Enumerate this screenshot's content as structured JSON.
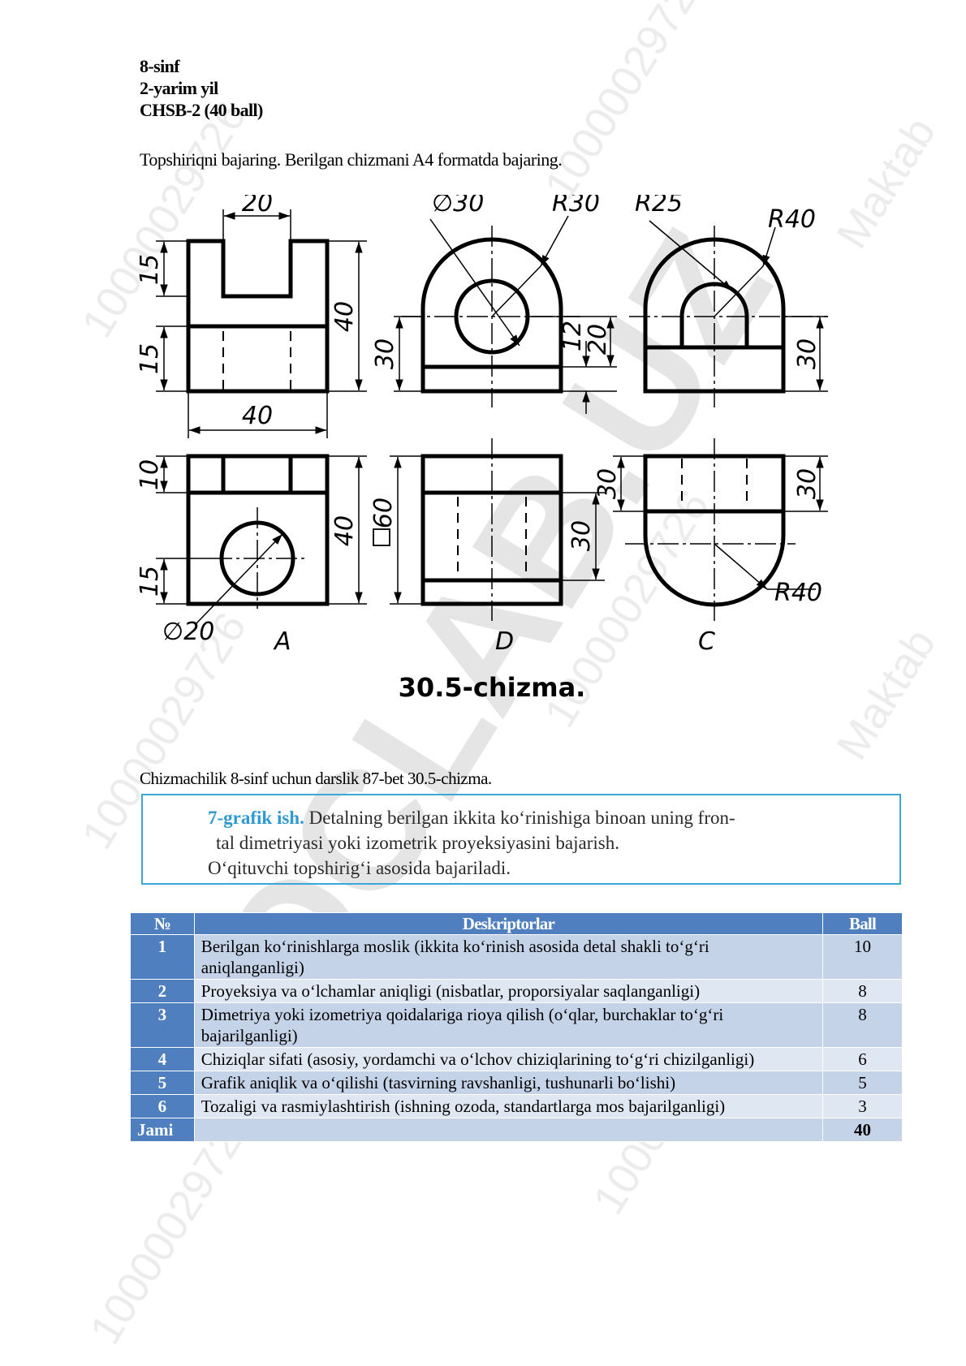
{
  "header": {
    "grade": "8-sinf",
    "semester": "2-yarim yil",
    "test": "CHSB-2 (40 ball)"
  },
  "task_text": "Topshiriqni bajaring. Berilgan chizmani A4 formatda bajaring.",
  "drawing": {
    "dims": {
      "d20_top": "20",
      "d15_a": "15",
      "d15_b": "15",
      "d40_right": "40",
      "d40_bottom": "40",
      "phi30": "∅30",
      "r30": "R30",
      "r25": "R25",
      "r40_top": "R40",
      "d30_mid": "30",
      "d12": "12",
      "d20_mid": "20",
      "d30_right": "30",
      "d10": "10",
      "d40_a": "40",
      "d15_c": "15",
      "phi20": "∅20",
      "d60": "60",
      "d30_d": "30",
      "d30_c_left": "30",
      "d30_c_right": "30",
      "r40_bottom": "R40"
    },
    "view_labels": {
      "a": "A",
      "d": "D",
      "c": "C"
    },
    "title": "30.5-chizma."
  },
  "caption": "Chizmachilik 8-sinf uchun darslik 87-bet 30.5-chizma.",
  "assignment": {
    "lead": "7-grafik ish.",
    "line1": "Detalning berilgan ikkita ko‘rinishiga binoan uning fron-",
    "line2": "tal dimetriyasi yoki izometrik proyeksiyasini bajarish.",
    "line3": "O‘qituvchi topshirig‘i asosida bajariladi."
  },
  "rubric": {
    "headers": {
      "num": "№",
      "desc": "Deskriptorlar",
      "ball": "Ball"
    },
    "rows": [
      {
        "num": "1",
        "desc": "Berilgan ko‘rinishlarga moslik (ikkita ko‘rinish asosida detal shakli to‘g‘ri aniqlanganligi)",
        "ball": "10"
      },
      {
        "num": "2",
        "desc": "Proyeksiya va o‘lchamlar aniqligi (nisbatlar, proporsiyalar saqlanganligi)",
        "ball": "8"
      },
      {
        "num": "3",
        "desc": "Dimetriya yoki izometriya qoidalariga rioya qilish (o‘qlar, burchaklar to‘g‘ri bajarilganligi)",
        "ball": "8"
      },
      {
        "num": "4",
        "desc": "Chiziqlar sifati (asosiy, yordamchi va o‘lchov chiziqlarining to‘g‘ri chizilganligi)",
        "ball": "6"
      },
      {
        "num": "5",
        "desc": "Grafik aniqlik va o‘qilishi (tasvirning ravshanligi, tushunarli bo‘lishi)",
        "ball": "5"
      },
      {
        "num": "6",
        "desc": "Tozaligi va rasmiylashtirish (ishning ozoda, standartlarga mos bajarilganligi)",
        "ball": "3"
      }
    ],
    "total": {
      "label": "Jami",
      "ball": "40"
    }
  },
  "watermark": {
    "brand": "DOCLAB.UZ",
    "code": "10000029726",
    "school": "Maktab"
  }
}
